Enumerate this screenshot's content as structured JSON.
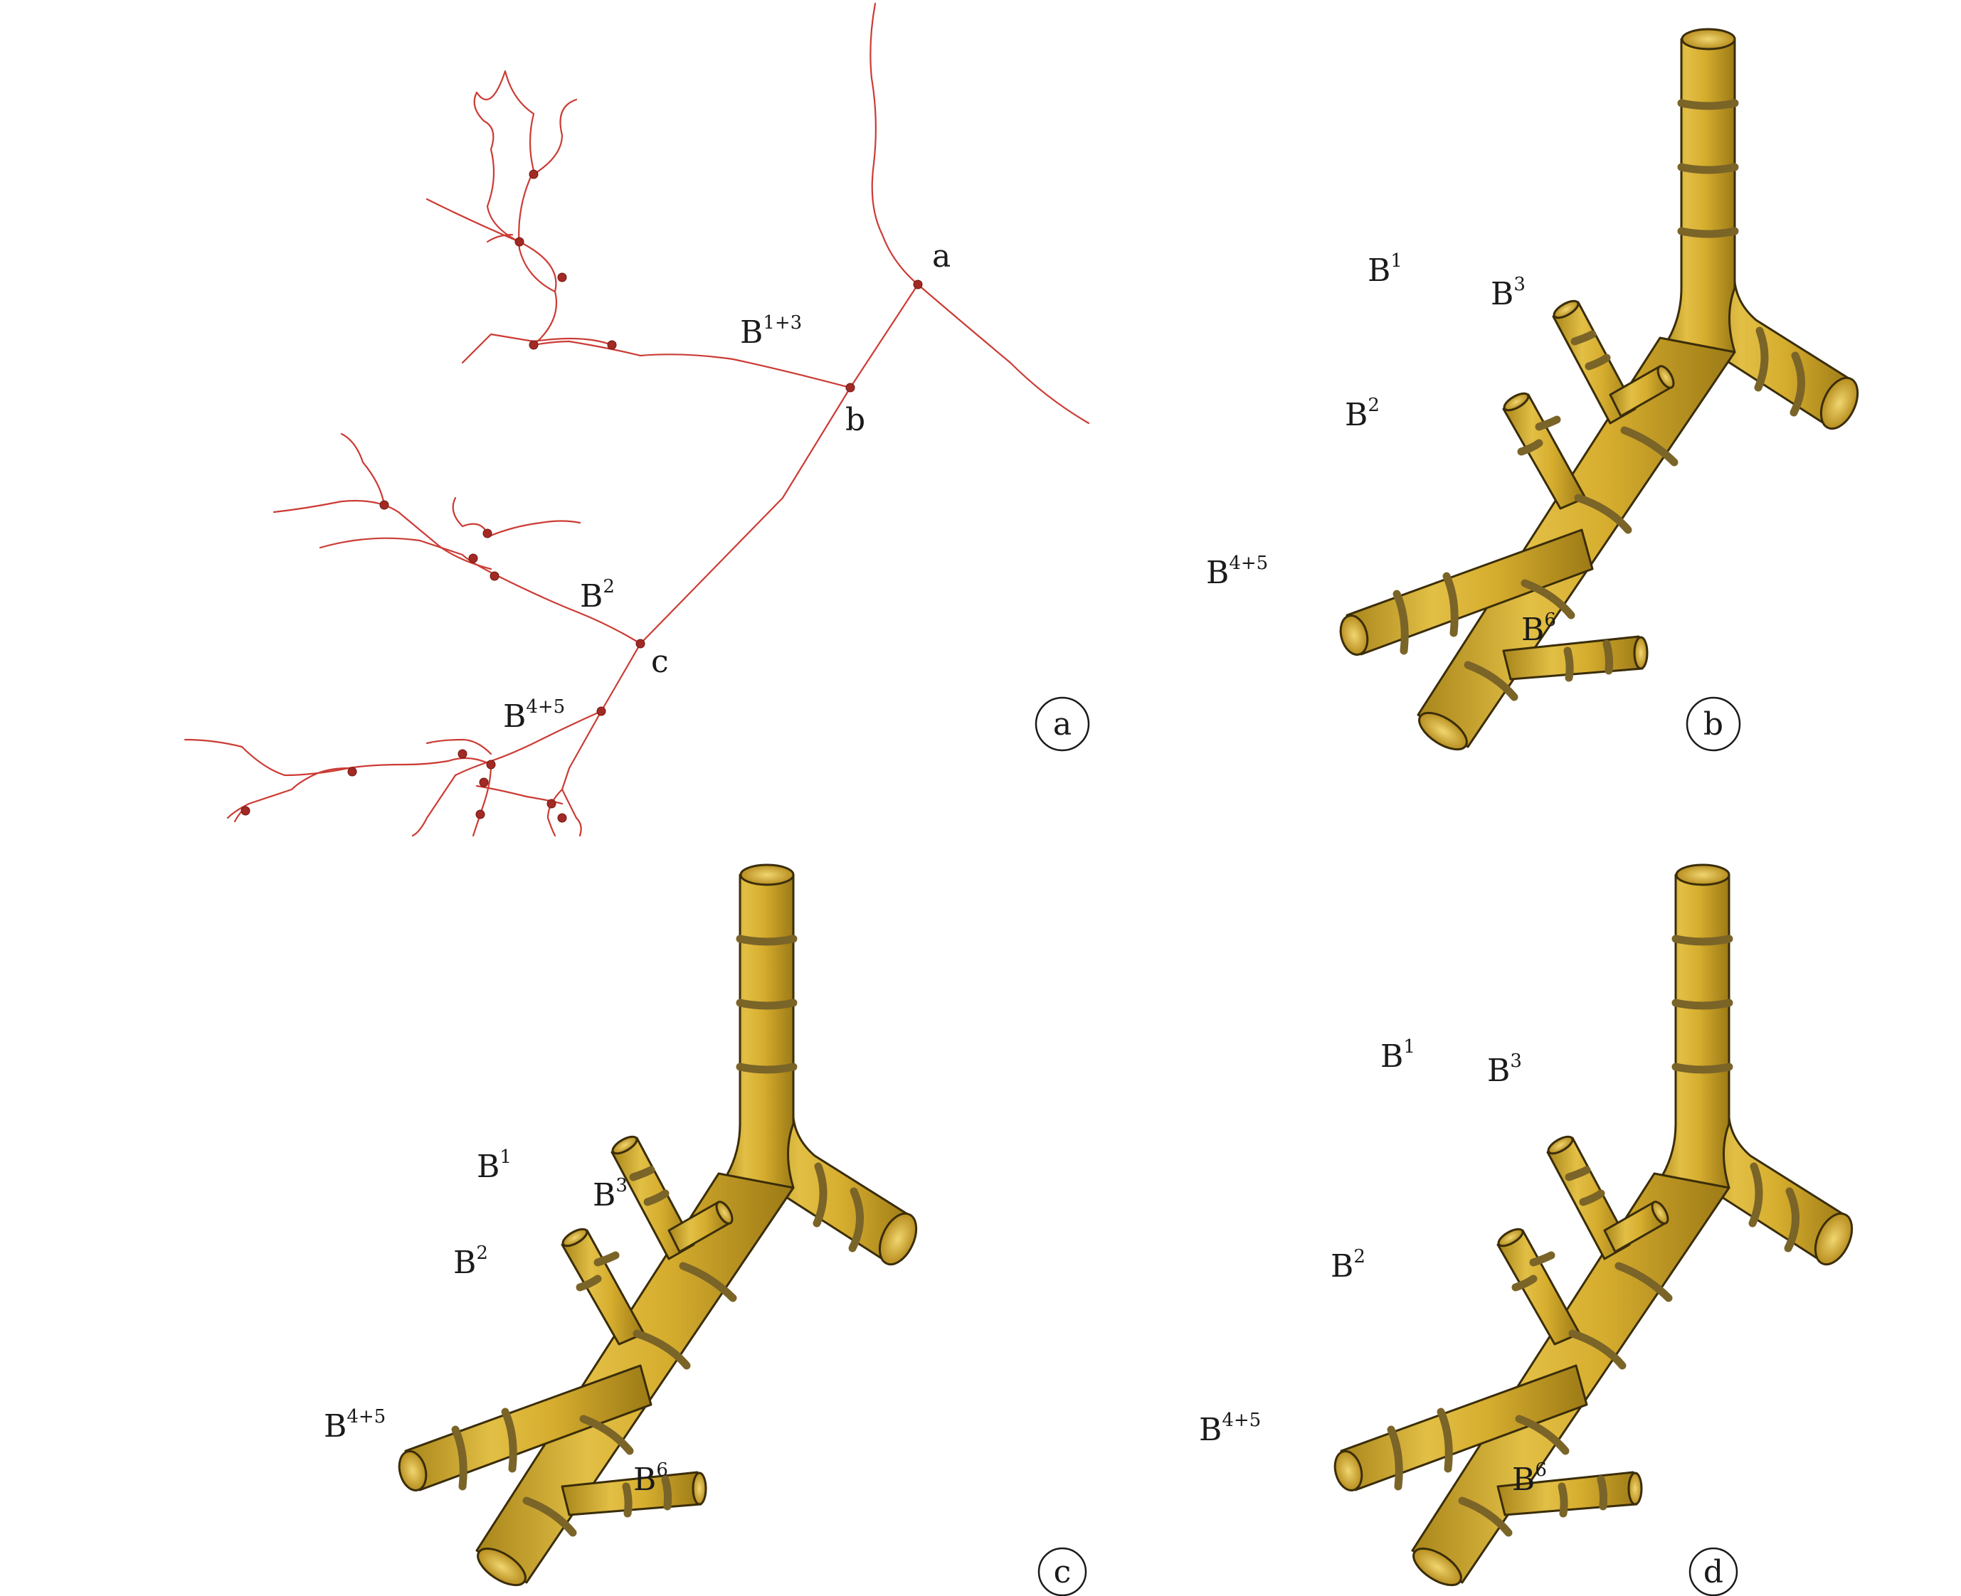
{
  "figure": {
    "panels": [
      {
        "letter": "a",
        "type": "centerline-skeleton",
        "labels": {
          "point_a": "a",
          "point_b": "b",
          "point_c": "c",
          "b13": "B",
          "b13_sup": "1+3",
          "b2": "B",
          "b2_sup": "2",
          "b45": "B",
          "b45_sup": "4+5"
        },
        "colors": {
          "line": "#cc3b34",
          "node": "#a32a24"
        }
      },
      {
        "letter": "b",
        "type": "3d-bronchial-model",
        "labels": {
          "b1": "B",
          "b1_sup": "1",
          "b3": "B",
          "b3_sup": "3",
          "b2": "B",
          "b2_sup": "2",
          "b45": "B",
          "b45_sup": "4+5",
          "b6": "B",
          "b6_sup": "6"
        }
      },
      {
        "letter": "c",
        "type": "3d-bronchial-model",
        "labels": {
          "b1": "B",
          "b1_sup": "1",
          "b3": "B",
          "b3_sup": "3",
          "b2": "B",
          "b2_sup": "2",
          "b45": "B",
          "b45_sup": "4+5",
          "b6": "B",
          "b6_sup": "6"
        }
      },
      {
        "letter": "d",
        "type": "3d-bronchial-model",
        "labels": {
          "b1": "B",
          "b1_sup": "1",
          "b3": "B",
          "b3_sup": "3",
          "b2": "B",
          "b2_sup": "2",
          "b45": "B",
          "b45_sup": "4+5",
          "b6": "B",
          "b6_sup": "6"
        }
      }
    ],
    "colors": {
      "bronchus_fill": "#d4aa2c",
      "ring": "#7a6428",
      "outline": "#3a2d0a"
    }
  }
}
